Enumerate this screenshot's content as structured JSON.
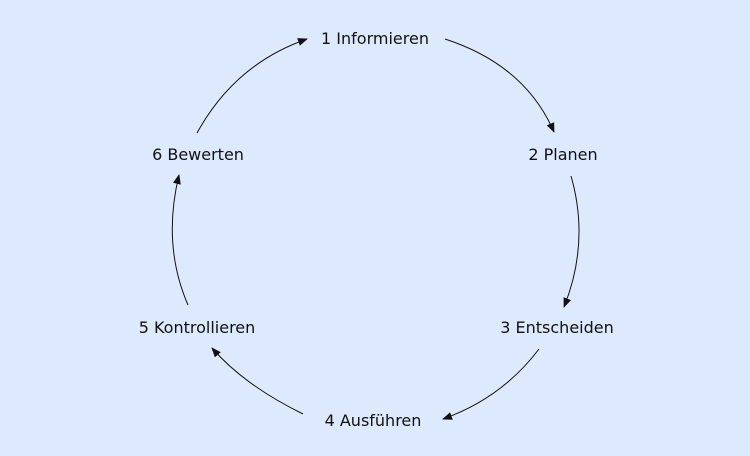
{
  "diagram": {
    "background_color": "#ddeafd",
    "line_color": "#111111",
    "steps": [
      {
        "label": "1 Informieren"
      },
      {
        "label": "2 Planen"
      },
      {
        "label": "3 Entscheiden"
      },
      {
        "label": "4 Ausführen"
      },
      {
        "label": "5 Kontrollieren"
      },
      {
        "label": "6 Bewerten"
      }
    ]
  }
}
